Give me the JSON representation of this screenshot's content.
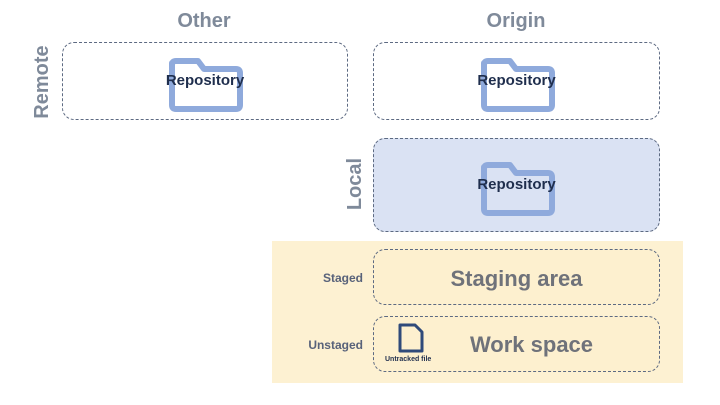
{
  "headers": {
    "other": "Other",
    "origin": "Origin"
  },
  "rows": {
    "remote": "Remote",
    "local": "Local"
  },
  "repos": {
    "other": "Repository",
    "origin": "Repository",
    "local": "Repository"
  },
  "stage_labels": {
    "staged": "Staged",
    "unstaged": "Unstaged"
  },
  "areas": {
    "staging": "Staging area",
    "workspace": "Work space"
  },
  "file": {
    "label": "Untracked file",
    "icon": "file-icon"
  },
  "icons": {
    "repository": "folder-icon"
  },
  "colors": {
    "folder": "#8faadc",
    "local_box": "#dae2f3",
    "staging_band": "#fdf1d2",
    "header_text": "#7f8a9a"
  }
}
